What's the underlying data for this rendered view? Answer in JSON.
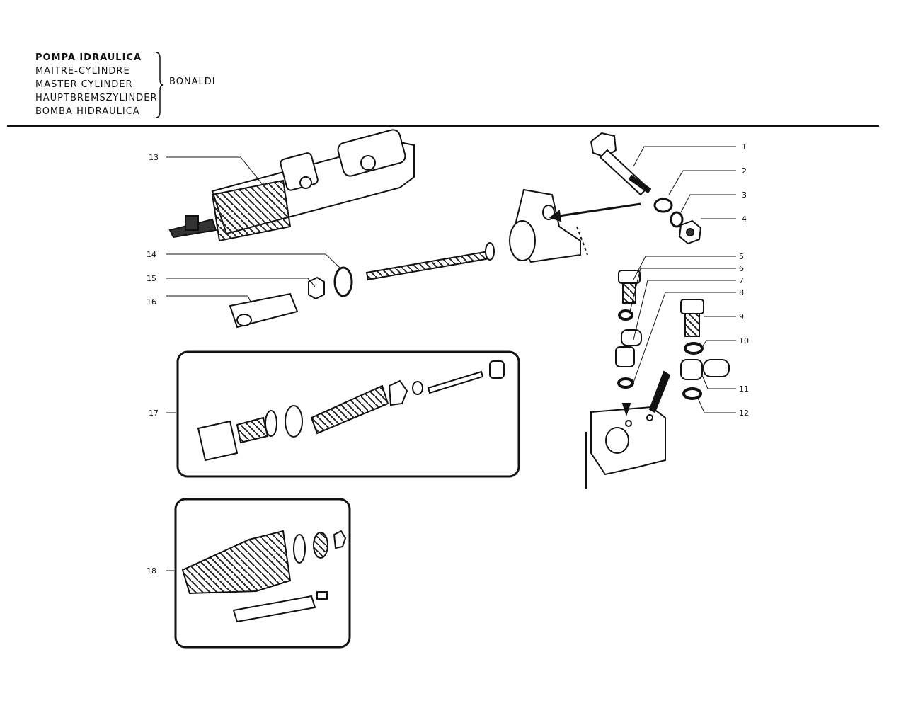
{
  "header": {
    "titles": [
      "POMPA IDRAULICA",
      "MAITRE-CYLINDRE",
      "MASTER CYLINDER",
      "HAUPTBREMSZYLINDER",
      "BOMBA HIDRAULICA"
    ],
    "supplier": "BONALDI"
  },
  "callouts": [
    "1",
    "2",
    "3",
    "4",
    "5",
    "6",
    "7",
    "8",
    "9",
    "10",
    "11",
    "12",
    "13",
    "14",
    "15",
    "16",
    "17",
    "18"
  ]
}
